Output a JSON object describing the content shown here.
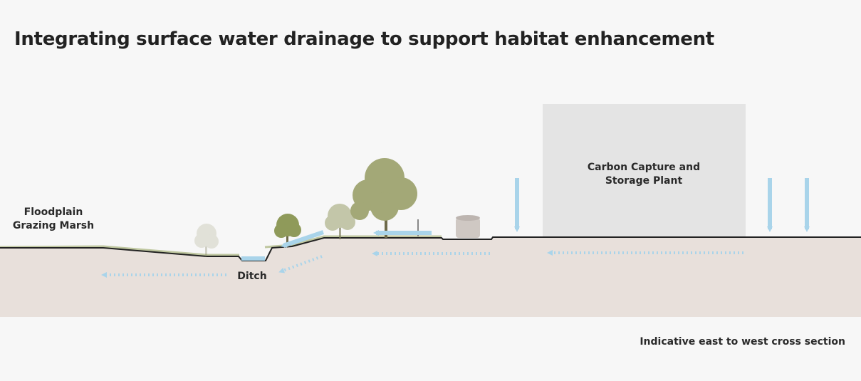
{
  "title": "Integrating surface water drainage to support habitat enhancement",
  "labels": {
    "floodplain_line1": "Floodplain",
    "floodplain_line2": "Grazing Marsh",
    "ditch": "Ditch",
    "plant_line1": "Carbon Capture and",
    "plant_line2": "Storage Plant"
  },
  "caption": "Indicative east to west cross section",
  "colors": {
    "background": "#f7f7f7",
    "ground": "#e8e0db",
    "building": "#e4e4e4",
    "water_arrow": "#a9d4ea",
    "ground_line": "#222222",
    "vegetation": "#8f9a5a"
  }
}
